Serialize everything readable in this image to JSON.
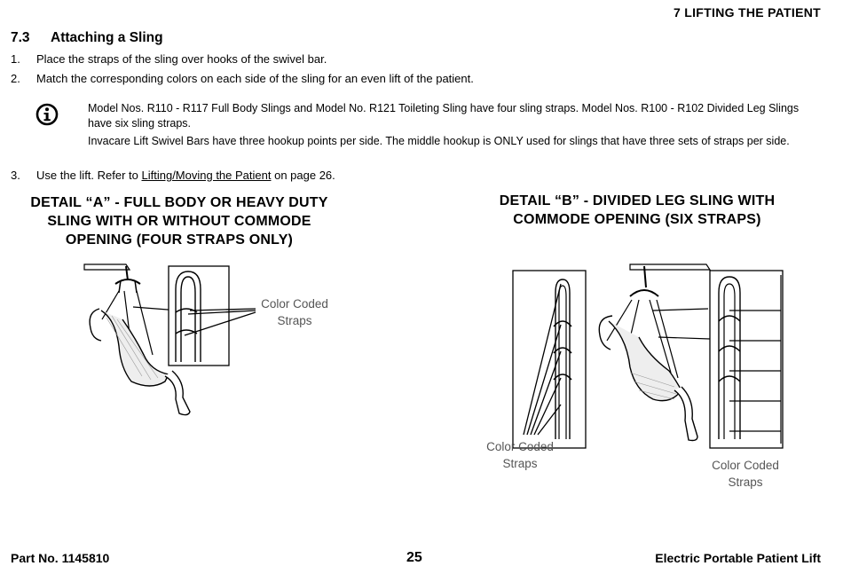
{
  "header": {
    "chapter": "7 LIFTING THE PATIENT"
  },
  "section": {
    "number": "7.3",
    "title": "Attaching a Sling"
  },
  "steps": [
    {
      "num": "1.",
      "text": "Place the straps of the sling over hooks of the swivel bar."
    },
    {
      "num": "2.",
      "text": "Match the corresponding colors on each side of the sling for an even lift of the patient."
    }
  ],
  "note": {
    "icon": "info-icon",
    "line1": "Model Nos. R110 - R117 Full Body Slings and Model No. R121 Toileting Sling have four sling straps. Model Nos. R100 - R102 Divided Leg Slings have six sling straps.",
    "line2": "Invacare Lift Swivel Bars have three hookup points per side. The middle hookup is ONLY used for slings that have three sets of straps per side."
  },
  "step3": {
    "num": "3.",
    "prefix": "Use the lift. Refer to ",
    "link": "Lifting/Moving the Patient",
    "suffix": " on page 26."
  },
  "detail_a": {
    "title_lines": [
      "DETAIL “A” - FULL BODY OR HEAVY DUTY",
      "SLING WITH OR WITHOUT COMMODE",
      "OPENING (FOUR STRAPS ONLY)"
    ],
    "callout_lines": [
      "Color Coded",
      "Straps"
    ]
  },
  "detail_b": {
    "title_lines": [
      "DETAIL “B” - DIVIDED LEG SLING WITH",
      "COMMODE OPENING (SIX STRAPS)"
    ],
    "callout_left_lines": [
      "Color Coded",
      "Straps"
    ],
    "callout_right_lines": [
      "Color Coded",
      "Straps"
    ]
  },
  "footer": {
    "part": "Part No. 1145810",
    "page": "25",
    "product": "Electric Portable Patient Lift"
  }
}
